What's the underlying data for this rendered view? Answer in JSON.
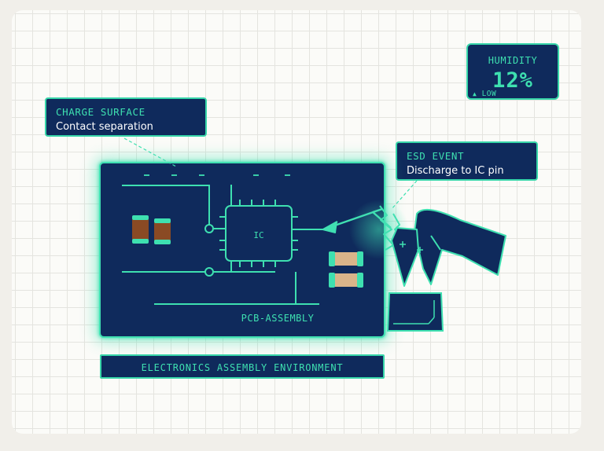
{
  "charge_surface": {
    "title": "CHARGE SURFACE",
    "subtitle": "Contact separation"
  },
  "esd_event": {
    "title": "ESD EVENT",
    "subtitle": "Discharge to IC pin"
  },
  "humidity": {
    "title": "HUMIDITY",
    "value": "12%",
    "status": "LOW",
    "status_icon": "triangle-up-icon"
  },
  "pcb": {
    "chip_label": "IC",
    "board_label": "PCB-ASSEMBLY"
  },
  "environment_label": "ELECTRONICS ASSEMBLY ENVIRONMENT",
  "colors": {
    "accent": "#3ee0b0",
    "panel": "#0f2a5c",
    "capacitor_brown": "#8a4a24",
    "resistor_tan": "#d9b48a"
  }
}
